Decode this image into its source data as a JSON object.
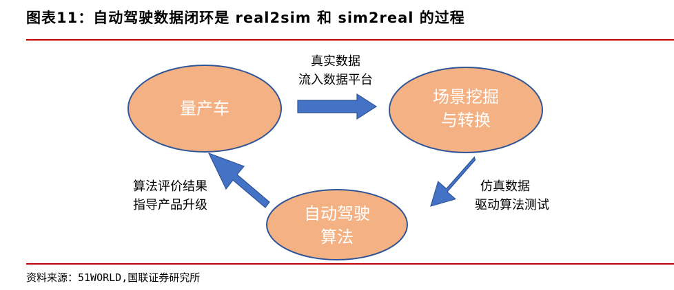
{
  "title": "图表11：自动驾驶数据闭环是 real2sim 和 sim2real 的过程",
  "nodes": {
    "production_vehicle": "量产车",
    "scenario_mining": [
      "场景挖掘",
      "与转换"
    ],
    "ad_algorithm": [
      "自动驾驶",
      "算法"
    ]
  },
  "edges": {
    "real_data": [
      "真实数据",
      "流入数据平台"
    ],
    "sim_data": [
      "仿真数据",
      "驱动算法测试"
    ],
    "evaluation": [
      "算法评价结果",
      "指导产品升级"
    ]
  },
  "source": "资料来源：51WORLD,国联证券研究所",
  "colors": {
    "node_fill": "#f4b183",
    "node_stroke": "#2f5597",
    "arrow_fill": "#4472c4",
    "rule": "#c00000"
  }
}
